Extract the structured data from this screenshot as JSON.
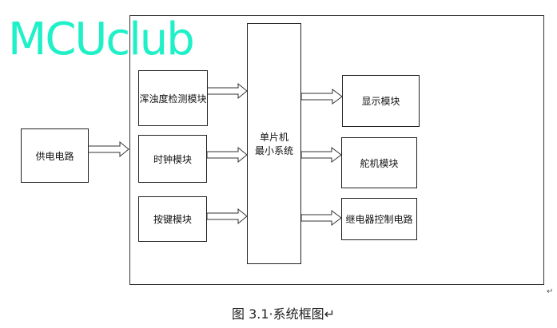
{
  "watermark": "MCUclub",
  "power": "供电电路",
  "inputs": [
    "浑浊度检测模块",
    "时钟模块",
    "按键模块"
  ],
  "mcu": {
    "line1": "单片机",
    "line2": "最小系统"
  },
  "outputs": [
    "显示模块",
    "舵机模块",
    "继电器控制电路"
  ],
  "caption": "图 3.1·系统框图↵",
  "return_mark": "↵"
}
